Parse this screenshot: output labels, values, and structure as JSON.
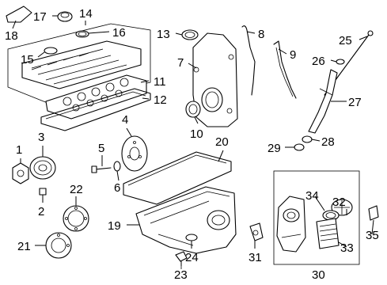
{
  "callouts": [
    {
      "id": "1",
      "label": "1"
    },
    {
      "id": "2",
      "label": "2"
    },
    {
      "id": "3",
      "label": "3"
    },
    {
      "id": "4",
      "label": "4"
    },
    {
      "id": "5",
      "label": "5"
    },
    {
      "id": "6",
      "label": "6"
    },
    {
      "id": "7",
      "label": "7"
    },
    {
      "id": "8",
      "label": "8"
    },
    {
      "id": "9",
      "label": "9"
    },
    {
      "id": "10",
      "label": "10"
    },
    {
      "id": "11",
      "label": "11"
    },
    {
      "id": "12",
      "label": "12"
    },
    {
      "id": "13",
      "label": "13"
    },
    {
      "id": "14",
      "label": "14"
    },
    {
      "id": "15",
      "label": "15"
    },
    {
      "id": "16",
      "label": "16"
    },
    {
      "id": "17",
      "label": "17"
    },
    {
      "id": "18",
      "label": "18"
    },
    {
      "id": "19",
      "label": "19"
    },
    {
      "id": "20",
      "label": "20"
    },
    {
      "id": "21",
      "label": "21"
    },
    {
      "id": "22",
      "label": "22"
    },
    {
      "id": "23",
      "label": "23"
    },
    {
      "id": "24",
      "label": "24"
    },
    {
      "id": "25",
      "label": "25"
    },
    {
      "id": "26",
      "label": "26"
    },
    {
      "id": "27",
      "label": "27"
    },
    {
      "id": "28",
      "label": "28"
    },
    {
      "id": "29",
      "label": "29"
    },
    {
      "id": "30",
      "label": "30"
    },
    {
      "id": "31",
      "label": "31"
    },
    {
      "id": "32",
      "label": "32"
    },
    {
      "id": "33",
      "label": "33"
    },
    {
      "id": "34",
      "label": "34"
    },
    {
      "id": "35",
      "label": "35"
    }
  ]
}
